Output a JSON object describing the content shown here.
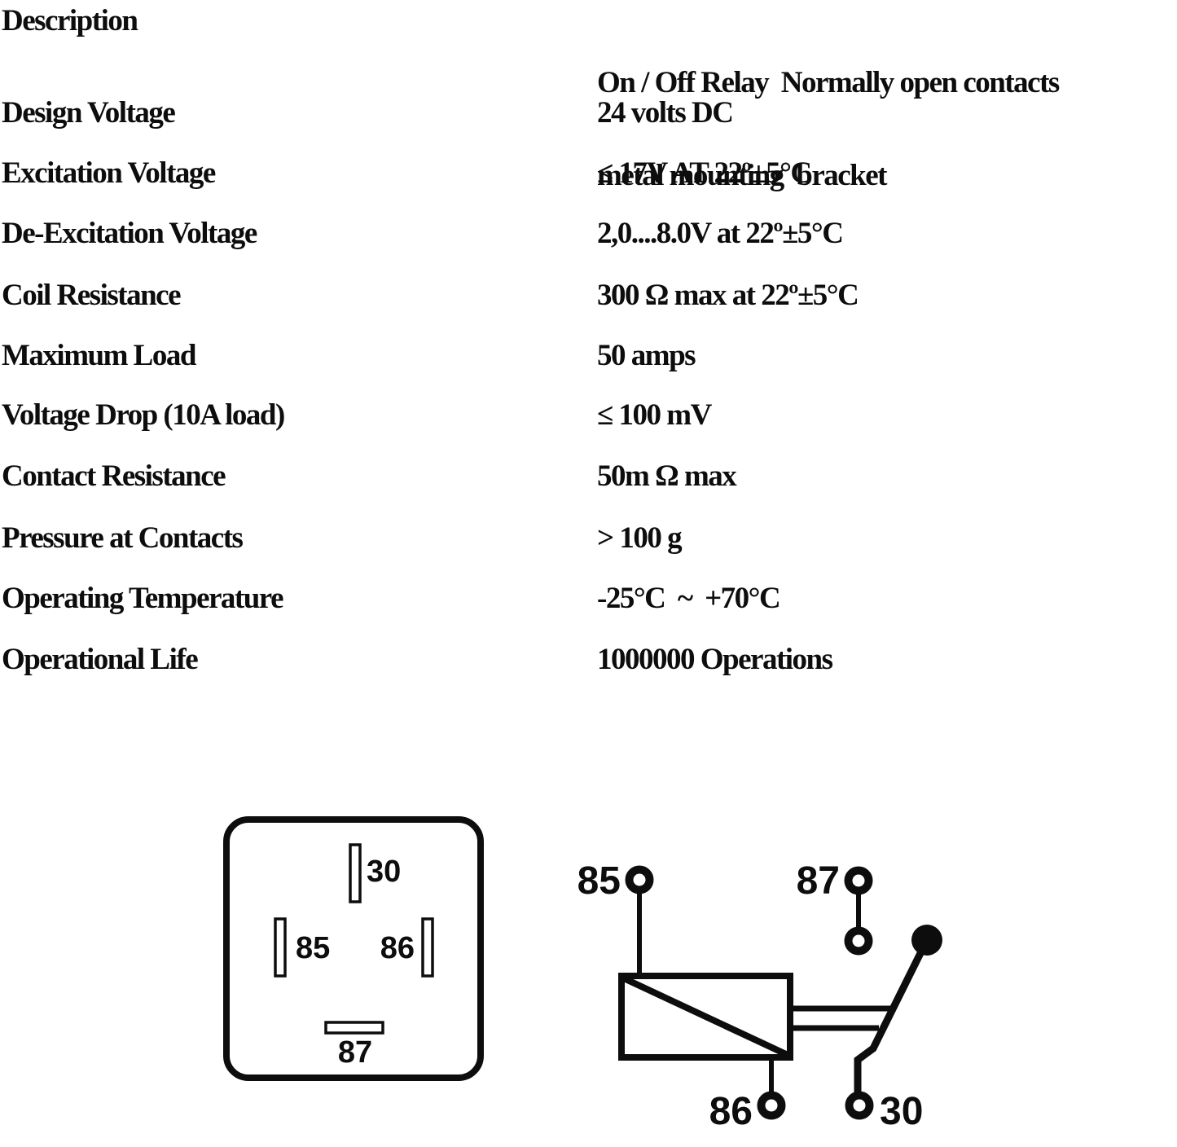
{
  "page": {
    "background": "#ffffff",
    "text_color": "#0d0d0d"
  },
  "spec_table": {
    "rows": [
      {
        "label": "Description",
        "value": "On / Off Relay  Normally open contacts",
        "value_line2": "metal mounting  bracket"
      },
      {
        "label": "Design Voltage",
        "value": "24 volts DC"
      },
      {
        "label": "Excitation Voltage",
        "value": "≤ 17V AT 22º±5°C"
      },
      {
        "label": "De-Excitation Voltage",
        "value": "2,0....8.0V at 22º±5°C"
      },
      {
        "label": "Coil Resistance",
        "value": "300 Ω max at 22º±5°C"
      },
      {
        "label": "Maximum Load",
        "value": "50 amps"
      },
      {
        "label": "Voltage Drop (10A load)",
        "value": "≤ 100 mV"
      },
      {
        "label": "Contact Resistance",
        "value": "50m Ω max"
      },
      {
        "label": "Pressure at Contacts",
        "value": "> 100 g"
      },
      {
        "label": "Operating Temperature",
        "value": "-25°C  ~  +70°C"
      },
      {
        "label": "Operational Life",
        "value": "1000000 Operations"
      }
    ]
  },
  "pin_diagram": {
    "pins": {
      "p30": "30",
      "p85": "85",
      "p86": "86",
      "p87": "87"
    }
  },
  "schematic": {
    "terminals": {
      "t85": "85",
      "t87": "87",
      "t86": "86",
      "t30": "30"
    }
  }
}
